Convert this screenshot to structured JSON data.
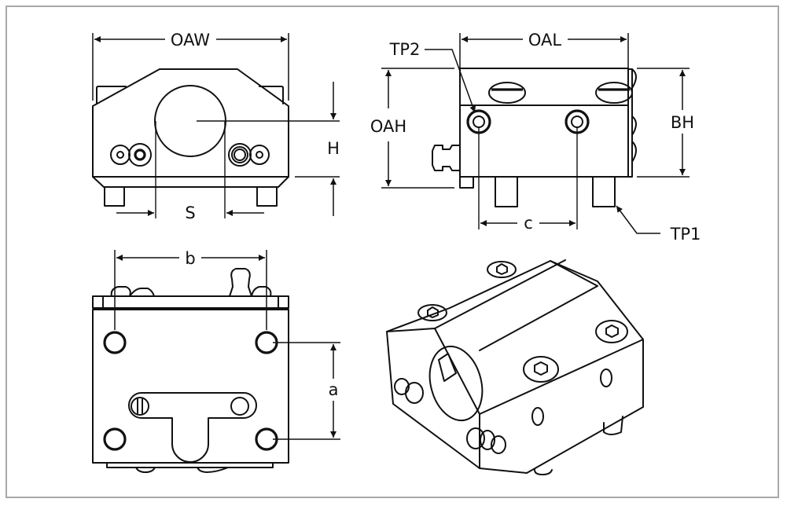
{
  "drawing": {
    "title": "Tool holder block – dimensioned views",
    "line_color": "#111111",
    "frame_color": "#a8a8a8",
    "views": [
      {
        "id": "front-view",
        "description": "Front view with bore"
      },
      {
        "id": "side-view",
        "description": "Side view"
      },
      {
        "id": "bottom-view",
        "description": "Bottom / mounting face view"
      },
      {
        "id": "isometric-view",
        "description": "Isometric view"
      }
    ],
    "labels": {
      "oaw": "OAW",
      "h": "H",
      "s": "S",
      "oal": "OAL",
      "tp2": "TP2",
      "oah": "OAH",
      "bh": "BH",
      "c": "c",
      "tp1": "TP1",
      "b": "b",
      "a": "a"
    }
  }
}
